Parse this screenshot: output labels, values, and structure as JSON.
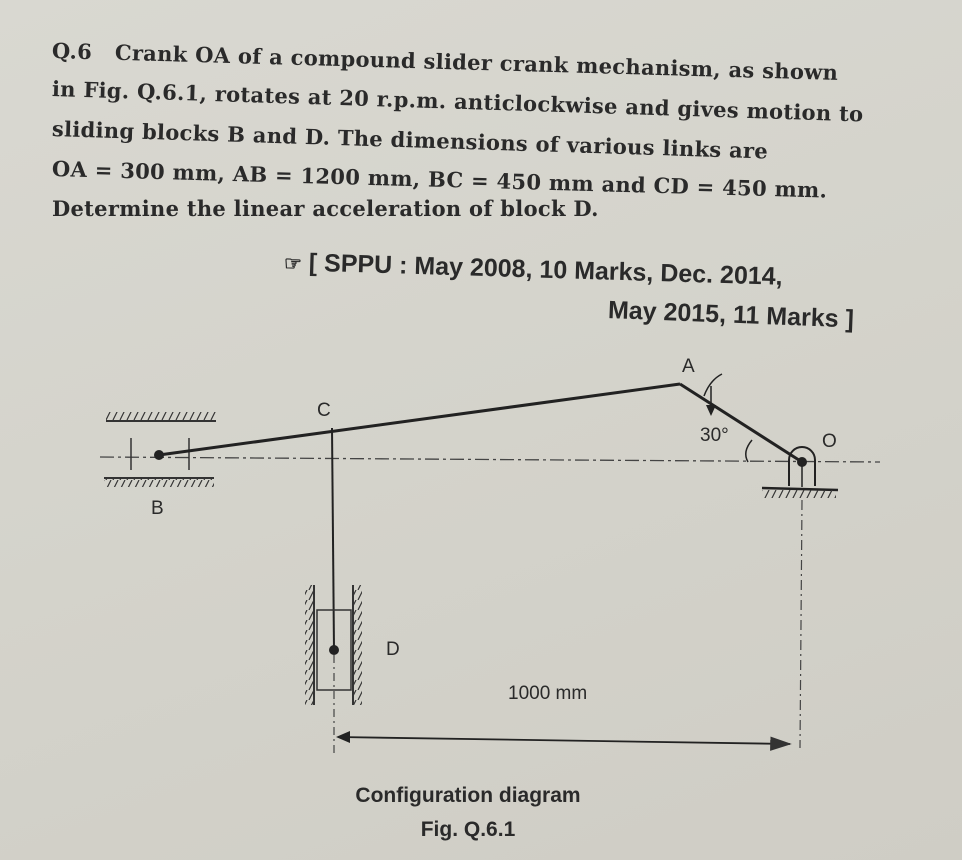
{
  "question": {
    "number": "Q.6",
    "lines": [
      "Crank OA of a compound slider crank mechanism, as shown",
      "in Fig. Q.6.1, rotates at 20 r.p.m. anticlockwise and gives motion to",
      "sliding blocks B and D. The dimensions of various links are",
      "OA = 300 mm, AB = 1200 mm, BC = 450 mm and CD = 450 mm.",
      "Determine the linear acceleration of block D."
    ]
  },
  "reference": {
    "icon": "pointing-hand-icon",
    "line1": "[ SPPU : May 2008, 10 Marks, Dec. 2014,",
    "line2": "May 2015, 11 Marks ]"
  },
  "diagram": {
    "labels": {
      "A": "A",
      "B": "B",
      "C": "C",
      "D": "D",
      "O": "O"
    },
    "angle": "30°",
    "dimension": "1000 mm",
    "caption": "Configuration diagram",
    "figure": "Fig. Q.6.1"
  }
}
